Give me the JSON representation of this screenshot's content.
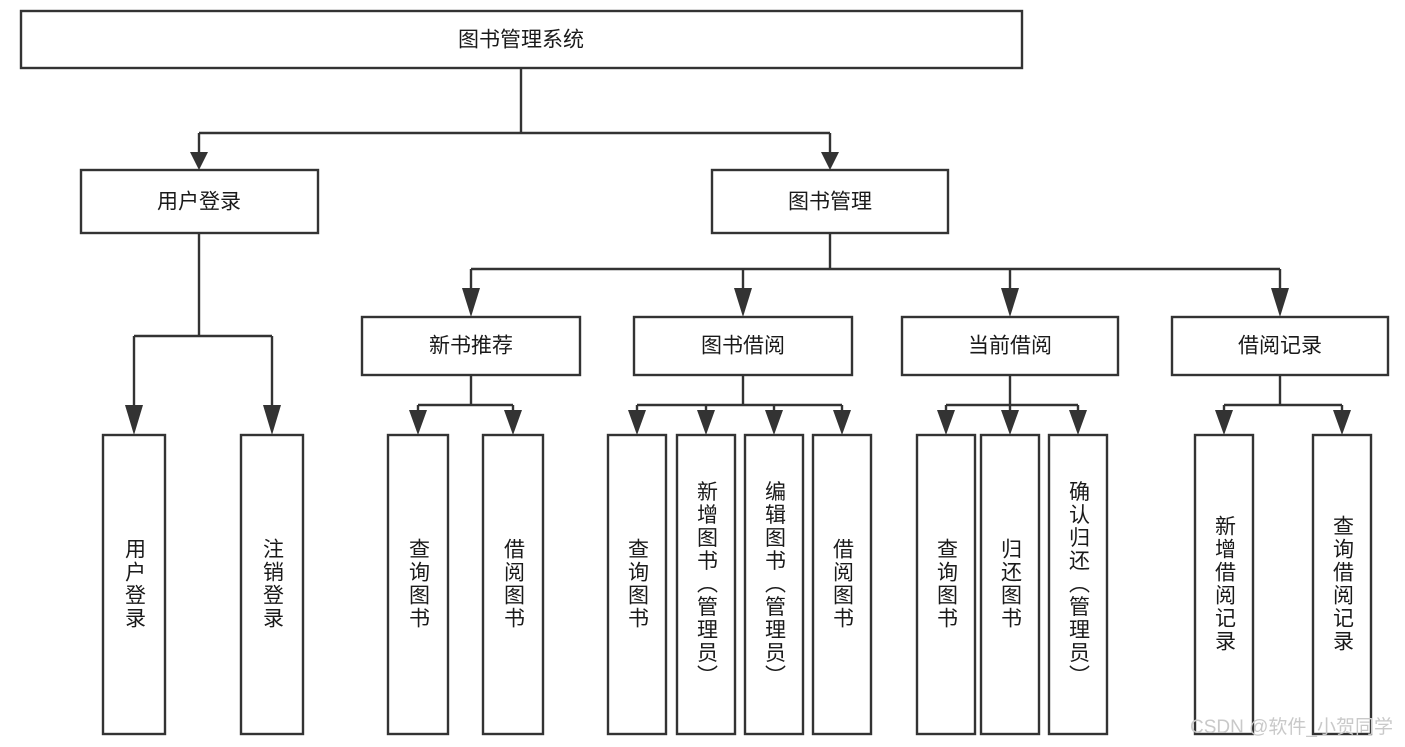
{
  "diagram": {
    "type": "tree-hierarchy-chart",
    "title": "图书管理系统",
    "orientation": "top-down",
    "node_fill": "#ffffff",
    "node_stroke": "#333333",
    "text_color": "#1a1a1a",
    "levels": {
      "level_1": [
        "图书管理系统"
      ],
      "level_2": [
        "用户登录",
        "图书管理"
      ],
      "level_3": [
        "新书推荐",
        "图书借阅",
        "当前借阅",
        "借阅记录"
      ],
      "level_4": [
        "用户登录",
        "注销登录",
        "查询图书",
        "借阅图书",
        "查询图书",
        "新增图书（管理员）",
        "编辑图书（管理员）",
        "借阅图书",
        "查询图书",
        "归还图书",
        "确认归还（管理员）",
        "新增借阅记录",
        "查询借阅记录"
      ]
    },
    "nodes": {
      "root": {
        "label": "图书管理系统"
      },
      "user_login": {
        "label": "用户登录"
      },
      "book_manage": {
        "label": "图书管理"
      },
      "new_book_rec": {
        "label": "新书推荐"
      },
      "book_borrow": {
        "label": "图书借阅"
      },
      "current_borrow": {
        "label": "当前借阅"
      },
      "borrow_record": {
        "label": "借阅记录"
      },
      "leaf_user_login": {
        "label": "用户登录"
      },
      "leaf_logout": {
        "label": "注销登录"
      },
      "leaf_query_book_1": {
        "label": "查询图书"
      },
      "leaf_borrow_book_1": {
        "label": "借阅图书"
      },
      "leaf_query_book_2": {
        "label": "查询图书"
      },
      "leaf_add_book": {
        "label": "新增图书（管理员）"
      },
      "leaf_edit_book": {
        "label": "编辑图书（管理员）"
      },
      "leaf_borrow_book_2": {
        "label": "借阅图书"
      },
      "leaf_query_book_3": {
        "label": "查询图书"
      },
      "leaf_return_book": {
        "label": "归还图书"
      },
      "leaf_confirm_return": {
        "label": "确认归还（管理员）"
      },
      "leaf_add_record": {
        "label": "新增借阅记录"
      },
      "leaf_query_record": {
        "label": "查询借阅记录"
      }
    },
    "edges": [
      {
        "from": "图书管理系统",
        "to": "用户登录"
      },
      {
        "from": "图书管理系统",
        "to": "图书管理"
      },
      {
        "from": "用户登录",
        "to": "用户登录"
      },
      {
        "from": "用户登录",
        "to": "注销登录"
      },
      {
        "from": "图书管理",
        "to": "新书推荐"
      },
      {
        "from": "图书管理",
        "to": "图书借阅"
      },
      {
        "from": "图书管理",
        "to": "当前借阅"
      },
      {
        "from": "图书管理",
        "to": "借阅记录"
      },
      {
        "from": "新书推荐",
        "to": "查询图书"
      },
      {
        "from": "新书推荐",
        "to": "借阅图书"
      },
      {
        "from": "图书借阅",
        "to": "查询图书"
      },
      {
        "from": "图书借阅",
        "to": "新增图书（管理员）"
      },
      {
        "from": "图书借阅",
        "to": "编辑图书（管理员）"
      },
      {
        "from": "图书借阅",
        "to": "借阅图书"
      },
      {
        "from": "当前借阅",
        "to": "查询图书"
      },
      {
        "from": "当前借阅",
        "to": "归还图书"
      },
      {
        "from": "当前借阅",
        "to": "确认归还（管理员）"
      },
      {
        "from": "借阅记录",
        "to": "新增借阅记录"
      },
      {
        "from": "借阅记录",
        "to": "查询借阅记录"
      }
    ]
  },
  "watermark": {
    "label": "CSDN @软件_小贺同学"
  }
}
